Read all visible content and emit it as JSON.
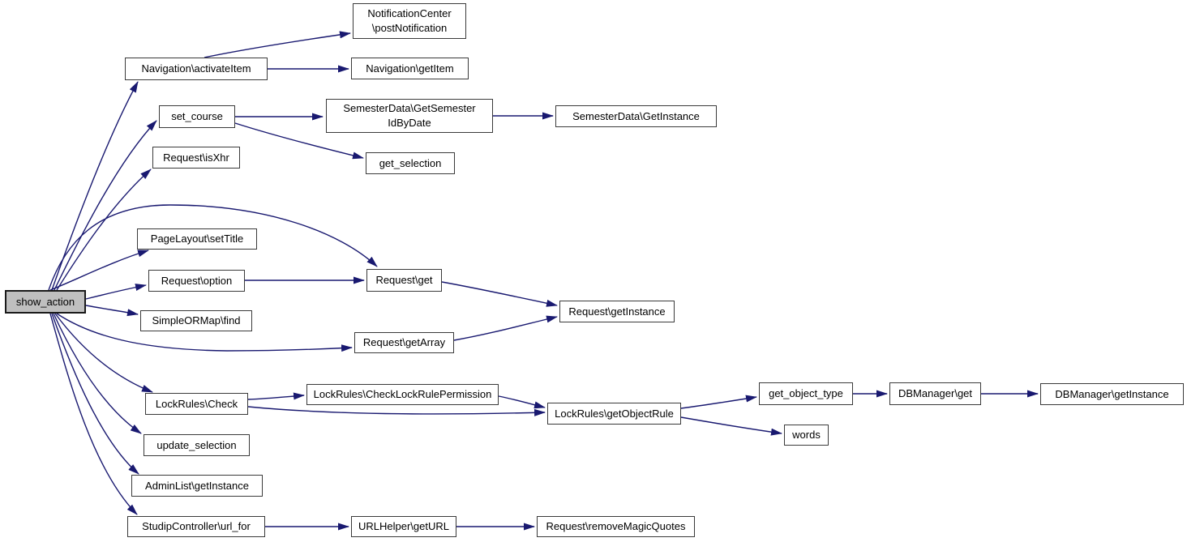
{
  "graph": {
    "type": "call-graph",
    "root": "show_action"
  },
  "colors": {
    "edge": "#191970",
    "node_border": "#3a3a3a",
    "node_fill": "#ffffff",
    "highlight_fill": "#bfbfbf",
    "background": "#ffffff",
    "text": "#000000"
  },
  "nodes": {
    "show_action": {
      "label": "show_action"
    },
    "navigation_activateitem": {
      "label": "Navigation\\activateItem"
    },
    "notificationcenter_postnotification": {
      "lines": [
        "NotificationCenter",
        "\\postNotification"
      ]
    },
    "navigation_getitem": {
      "label": "Navigation\\getItem"
    },
    "set_course": {
      "label": "set_course"
    },
    "semesterdata_getsemesteridbydate": {
      "lines": [
        "SemesterData\\GetSemester",
        "IdByDate"
      ]
    },
    "semesterdata_getinstance": {
      "label": "SemesterData\\GetInstance"
    },
    "get_selection": {
      "label": "get_selection"
    },
    "request_isxhr": {
      "label": "Request\\isXhr"
    },
    "pagelayout_settitle": {
      "label": "PageLayout\\setTitle"
    },
    "request_option": {
      "label": "Request\\option"
    },
    "request_get": {
      "label": "Request\\get"
    },
    "simpleormap_find": {
      "label": "SimpleORMap\\find"
    },
    "request_getinstance": {
      "label": "Request\\getInstance"
    },
    "request_getarray": {
      "label": "Request\\getArray"
    },
    "lockrules_check": {
      "label": "LockRules\\Check"
    },
    "lockrules_checklockrulepermission": {
      "label": "LockRules\\CheckLockRulePermission"
    },
    "lockrules_getobjectrule": {
      "label": "LockRules\\getObjectRule"
    },
    "get_object_type": {
      "label": "get_object_type"
    },
    "words": {
      "label": "words"
    },
    "dbmanager_get": {
      "label": "DBManager\\get"
    },
    "dbmanager_getinstance": {
      "label": "DBManager\\getInstance"
    },
    "update_selection": {
      "label": "update_selection"
    },
    "adminlist_getinstance": {
      "label": "AdminList\\getInstance"
    },
    "studipcontroller_url_for": {
      "label": "StudipController\\url_for"
    },
    "urlhelper_geturl": {
      "label": "URLHelper\\getURL"
    },
    "request_removemagicquotes": {
      "label": "Request\\removeMagicQuotes"
    }
  },
  "edges": [
    {
      "from": "show_action",
      "to": "navigation_activateitem"
    },
    {
      "from": "show_action",
      "to": "set_course"
    },
    {
      "from": "show_action",
      "to": "request_isxhr"
    },
    {
      "from": "show_action",
      "to": "pagelayout_settitle"
    },
    {
      "from": "show_action",
      "to": "request_option"
    },
    {
      "from": "show_action",
      "to": "request_get"
    },
    {
      "from": "show_action",
      "to": "simpleormap_find"
    },
    {
      "from": "show_action",
      "to": "request_getarray"
    },
    {
      "from": "show_action",
      "to": "lockrules_check"
    },
    {
      "from": "show_action",
      "to": "update_selection"
    },
    {
      "from": "show_action",
      "to": "adminlist_getinstance"
    },
    {
      "from": "show_action",
      "to": "studipcontroller_url_for"
    },
    {
      "from": "navigation_activateitem",
      "to": "notificationcenter_postnotification"
    },
    {
      "from": "navigation_activateitem",
      "to": "navigation_getitem"
    },
    {
      "from": "set_course",
      "to": "semesterdata_getsemesteridbydate"
    },
    {
      "from": "set_course",
      "to": "get_selection"
    },
    {
      "from": "semesterdata_getsemesteridbydate",
      "to": "semesterdata_getinstance"
    },
    {
      "from": "request_option",
      "to": "request_get"
    },
    {
      "from": "request_get",
      "to": "request_getinstance"
    },
    {
      "from": "request_getarray",
      "to": "request_getinstance"
    },
    {
      "from": "lockrules_check",
      "to": "lockrules_checklockrulepermission"
    },
    {
      "from": "lockrules_check",
      "to": "lockrules_getobjectrule"
    },
    {
      "from": "lockrules_checklockrulepermission",
      "to": "lockrules_getobjectrule"
    },
    {
      "from": "lockrules_getobjectrule",
      "to": "get_object_type"
    },
    {
      "from": "lockrules_getobjectrule",
      "to": "words"
    },
    {
      "from": "get_object_type",
      "to": "dbmanager_get"
    },
    {
      "from": "dbmanager_get",
      "to": "dbmanager_getinstance"
    },
    {
      "from": "studipcontroller_url_for",
      "to": "urlhelper_geturl"
    },
    {
      "from": "urlhelper_geturl",
      "to": "request_removemagicquotes"
    }
  ]
}
